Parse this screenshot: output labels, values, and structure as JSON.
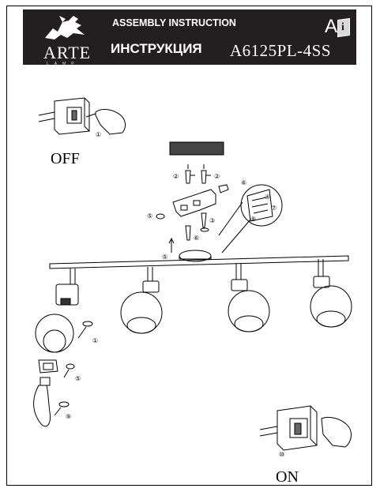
{
  "header": {
    "brand": "ARTE",
    "brand_sub": "LAMP",
    "title_en": "ASSEMBLY INSTRUCTION",
    "title_ru": "ИНСТРУКЦИЯ",
    "model": "A6125PL-4SS",
    "class_letter": "A",
    "info_glyph": "i"
  },
  "labels": {
    "off": "OFF",
    "on": "ON"
  },
  "steps": {
    "s1": "①",
    "s2": "②",
    "s3": "③",
    "s4": "④",
    "s5": "⑤",
    "s6": "⑥",
    "s7": "⑦",
    "s8": "⑧",
    "s9": "⑨",
    "s10": "⑩"
  },
  "icons": {
    "brand": "griffin-logo-icon",
    "info": "info-icon",
    "switch": "wall-switch-icon",
    "hand": "hand-icon"
  }
}
